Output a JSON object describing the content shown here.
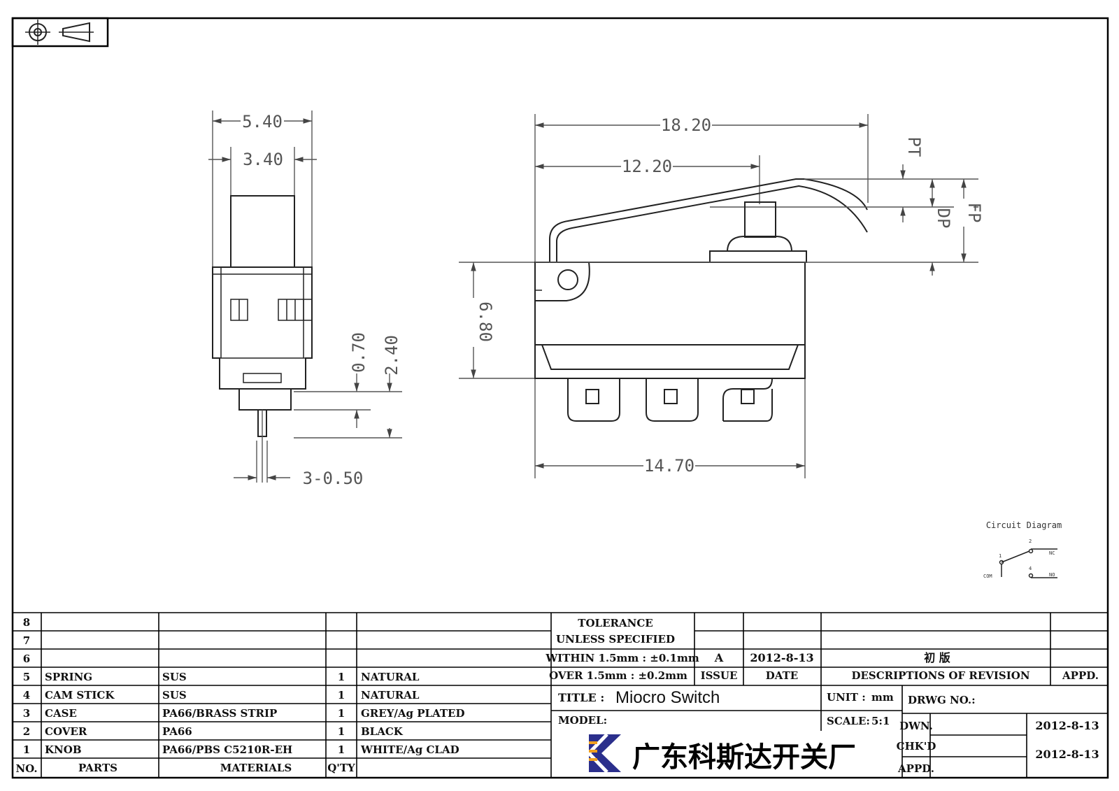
{
  "left_view": {
    "dim_overall_width": "5.40",
    "dim_inner_width": "3.40",
    "dim_gap_small": "0.70",
    "dim_gap_large": "2.40",
    "dim_pin": "3-0.50"
  },
  "front_view": {
    "dim_overall_length": "18.20",
    "dim_actuator_pos": "12.20",
    "dim_height": "6.80",
    "dim_base_length": "14.70",
    "dim_pt": "PT",
    "dim_dp": "DP",
    "dim_fp": "FP"
  },
  "circuit": {
    "title": "Circuit Diagram",
    "pin1": "1",
    "pin2": "2",
    "pin4": "4",
    "com": "COM",
    "nc": "NC",
    "no": "NO"
  },
  "bom": {
    "header": {
      "no": "NO.",
      "parts": "PARTS",
      "materials": "MATERIALS",
      "qty": "Q'TY"
    },
    "rows": [
      {
        "no": "8",
        "part": "",
        "material": "",
        "qty": "",
        "finish": ""
      },
      {
        "no": "7",
        "part": "",
        "material": "",
        "qty": "",
        "finish": ""
      },
      {
        "no": "6",
        "part": "",
        "material": "",
        "qty": "",
        "finish": ""
      },
      {
        "no": "5",
        "part": "SPRING",
        "material": "SUS",
        "qty": "1",
        "finish": "NATURAL"
      },
      {
        "no": "4",
        "part": "CAM STICK",
        "material": "SUS",
        "qty": "1",
        "finish": "NATURAL"
      },
      {
        "no": "3",
        "part": "CASE",
        "material": "PA66/BRASS STRIP",
        "qty": "1",
        "finish": "GREY/Ag PLATED"
      },
      {
        "no": "2",
        "part": "COVER",
        "material": "PA66",
        "qty": "1",
        "finish": "BLACK"
      },
      {
        "no": "1",
        "part": "KNOB",
        "material": "PA66/PBS C5210R-EH",
        "qty": "1",
        "finish": "WHITE/Ag CLAD"
      }
    ]
  },
  "title_block": {
    "tolerance": "TOLERANCE",
    "unless": "UNLESS  SPECIFIED",
    "within": "WITHIN 1.5mm : ±0.1mm",
    "over": "OVER 1.5mm : ±0.2mm",
    "issue_value": "A",
    "date_value": "2012-8-13",
    "revision_value": "初  版",
    "issue_label": "ISSUE",
    "date_label": "DATE",
    "revision_label": "DESCRIPTIONS OF REVISION",
    "appd_label": "APPD.",
    "title_label": "TITLE :",
    "title_value": "Miocro Switch",
    "unit_label": "UNIT :",
    "unit_value": "mm",
    "drwg_label": "DRWG NO.:",
    "model_label": "MODEL:",
    "scale_label": "SCALE:",
    "scale_value": "5:1",
    "dwn_label": "DWN.",
    "dwn_date": "2012-8-13",
    "chkd_label": "CHK'D",
    "chkd_date": "2012-8-13",
    "appd2_label": "APPD.",
    "company": "广东科斯达开关厂"
  }
}
